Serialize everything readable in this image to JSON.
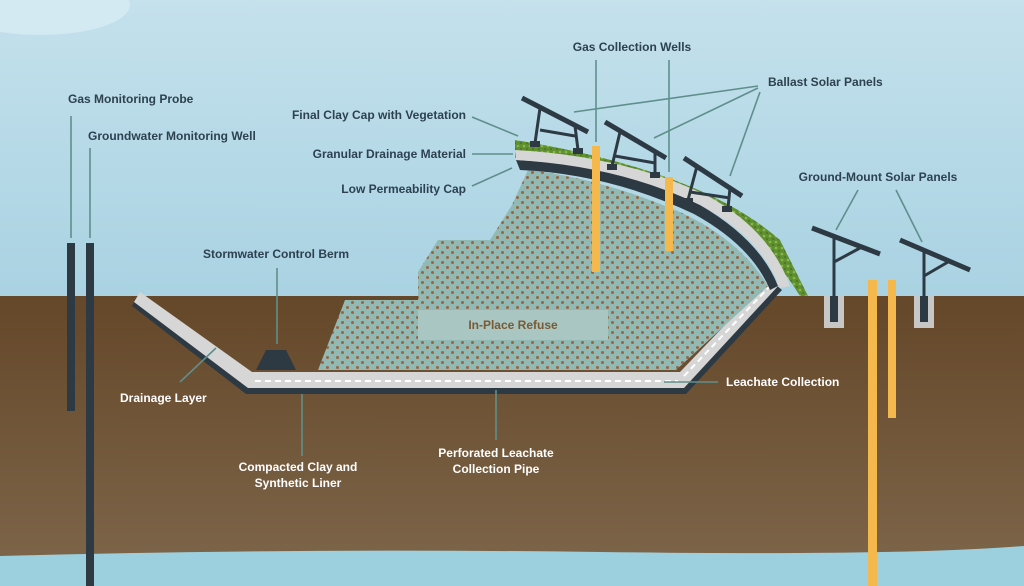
{
  "labels": {
    "gas_monitoring_probe": "Gas Monitoring Probe",
    "groundwater_monitoring_well": "Groundwater Monitoring Well",
    "final_clay_cap": "Final Clay Cap with Vegetation",
    "granular_drainage": "Granular Drainage Material",
    "low_permeability_cap": "Low Permeability Cap",
    "gas_collection_wells": "Gas Collection Wells",
    "ballast_solar_panels": "Ballast Solar Panels",
    "ground_mount_solar_panels": "Ground-Mount Solar Panels",
    "stormwater_control_berm": "Stormwater Control Berm",
    "in_place_refuse": "In-Place Refuse",
    "drainage_layer": "Drainage Layer",
    "compacted_clay_line1": "Compacted Clay and",
    "compacted_clay_line2": "Synthetic Liner",
    "perforated_pipe_line1": "Perforated Leachate",
    "perforated_pipe_line2": "Collection Pipe",
    "leachate_collection": "Leachate Collection"
  },
  "colors": {
    "sky_top": "#c4e1ec",
    "sky_bottom": "#a9d2e2",
    "soil_top": "#654729",
    "soil_bottom": "#7c6448",
    "groundwater": "#9cd0df",
    "refuse": "#93b9b4",
    "refuse_dots": "#a0623f",
    "liner": "#d6d6d6",
    "liner_dark": "#2d3a44",
    "vegetation": "#6b9a3c",
    "gas_well": "#f5b84d",
    "leader": "#5f8f8c",
    "label_text": "#2d4150"
  }
}
